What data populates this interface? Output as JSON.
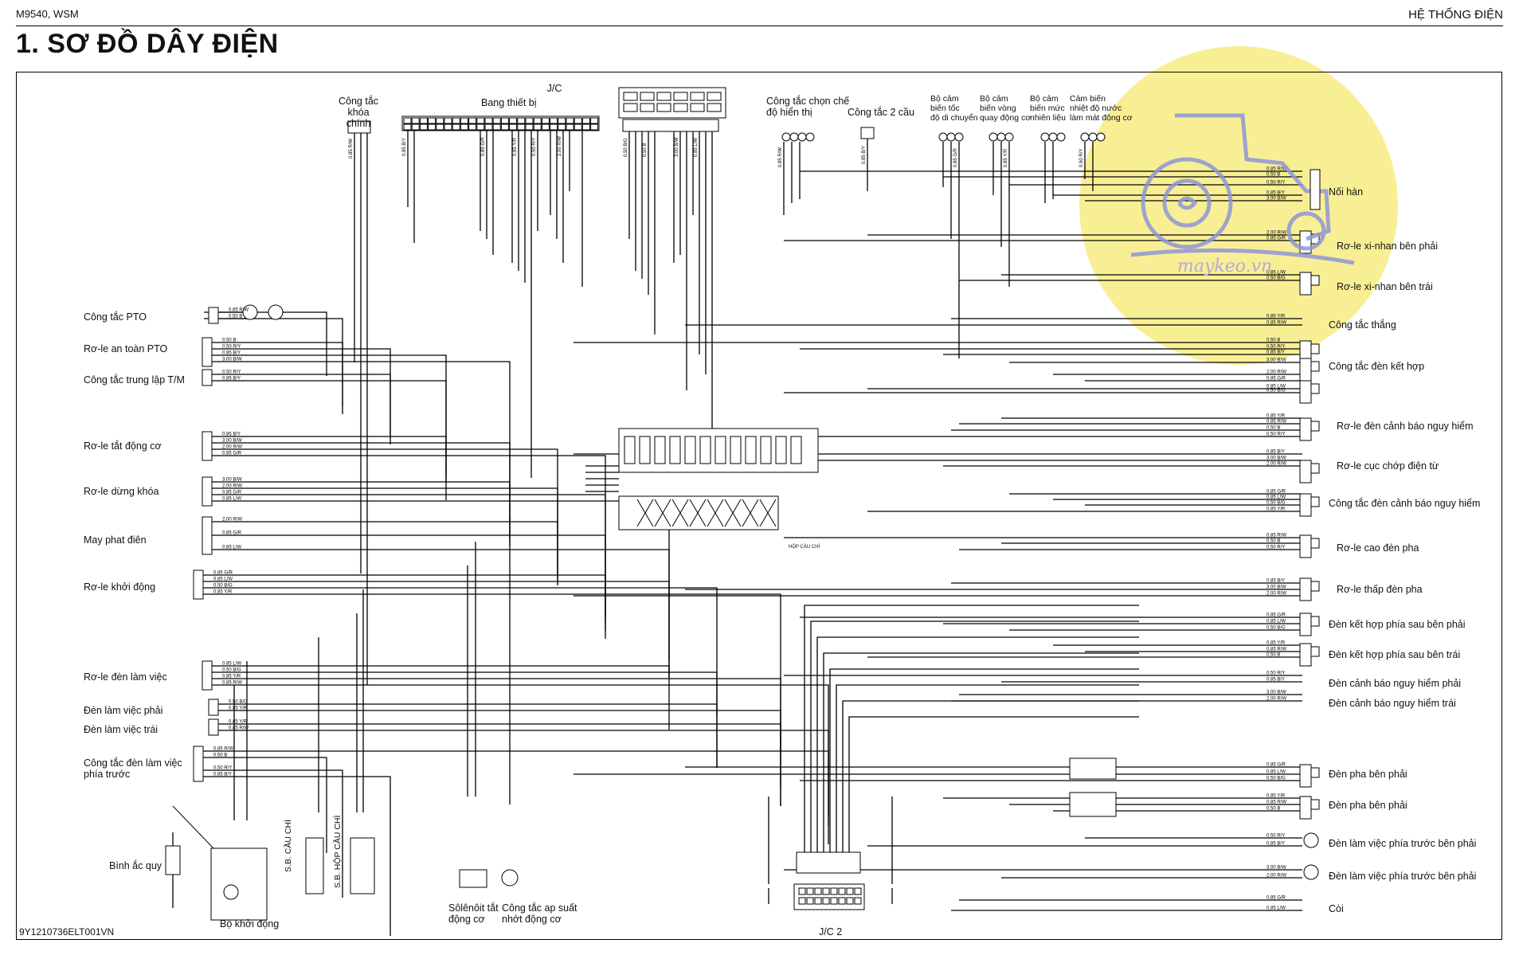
{
  "header": {
    "model": "M9540, WSM",
    "section": "HỆ THỐNG ĐIỆN"
  },
  "title": "1.   SƠ ĐỒ DÂY ĐIỆN",
  "footer_code": "9Y1210736ELT001VN",
  "watermark": {
    "text": "maykeo.vn",
    "color": "#f7eb7e"
  },
  "top_labels": {
    "jc": "J/C",
    "main_key": "Công tắc\nkhóa chính",
    "panel": "Bang thiết bị",
    "mode_switch": "Công tắc chọn chế\nđộ hiển thị",
    "four_wd": "Công tắc 2 cầu",
    "speed_sensor": "Bộ cảm\nbiến tốc\nđộ di chuyển",
    "rpm_sensor": "Bộ cảm\nbiến vòng\nquay động cơ",
    "fuel_sensor": "Bộ cảm\nbiến mức\nnhiên liệu",
    "temp_sensor": "Cảm biến\nnhiệt độ nước\nlàm mát động cơ"
  },
  "left_labels": [
    "Công tắc PTO",
    "Rơ-le an toàn PTO",
    "Công tắc trung lập T/M",
    "Rơ-le tắt động cơ",
    "Rơ-le dừng khóa",
    "May phat điên",
    "Rơ-le khởi động",
    "Rơ-le đèn làm việc",
    "Đèn làm việc phải",
    "Đèn làm việc trái",
    "Công tắc đèn làm việc\nphía trước"
  ],
  "right_labels": [
    "Nối hàn",
    "Rơ-le xi-nhan bên phải",
    "Rơ-le xi-nhan bên trái",
    "Công tắc thắng",
    "Công tắc đèn kết hợp",
    "Rơ-le đèn cảnh báo nguy hiểm",
    "Rơ-le cục chớp điện từ",
    "Công tắc đèn cảnh báo nguy hiểm",
    "Rơ-le cao đèn pha",
    "Rơ-le thấp đèn pha",
    "Đèn kết hợp phía sau bên phải",
    "Đèn kết hợp phía sau bên trái",
    "Đèn cảnh báo nguy hiểm phải",
    "Đèn cảnh báo nguy hiểm trái",
    "Đèn pha bên phải",
    "Đèn pha bên phải",
    "Đèn làm việc phía trước bên phải",
    "Đèn làm việc phía trước bên phải",
    "Còi"
  ],
  "bottom_labels": {
    "battery": "Bình ắc quy",
    "starter": "Bộ khởi động",
    "fuse_link": "S.B. CẦU CHÌ",
    "fuse_box_link": "S.B. HỘP CẦU CHÌ",
    "stop_solenoid": "Sôlênôit tắt\nđộng cơ",
    "oil_switch": "Công tắc ap suất\nnhớt động cơ",
    "jc2": "J/C 2",
    "fuse_box": "HỘP CẦU CHÌ"
  },
  "wire_codes": [
    "0.85 R/W",
    "0.50 B",
    "0.50 R/Y",
    "0.85 B/Y",
    "3.00 B/W",
    "2.00 R/W",
    "0.85 G/R",
    "0.85 L/W",
    "0.50 B/G",
    "0.85 Y/R"
  ]
}
